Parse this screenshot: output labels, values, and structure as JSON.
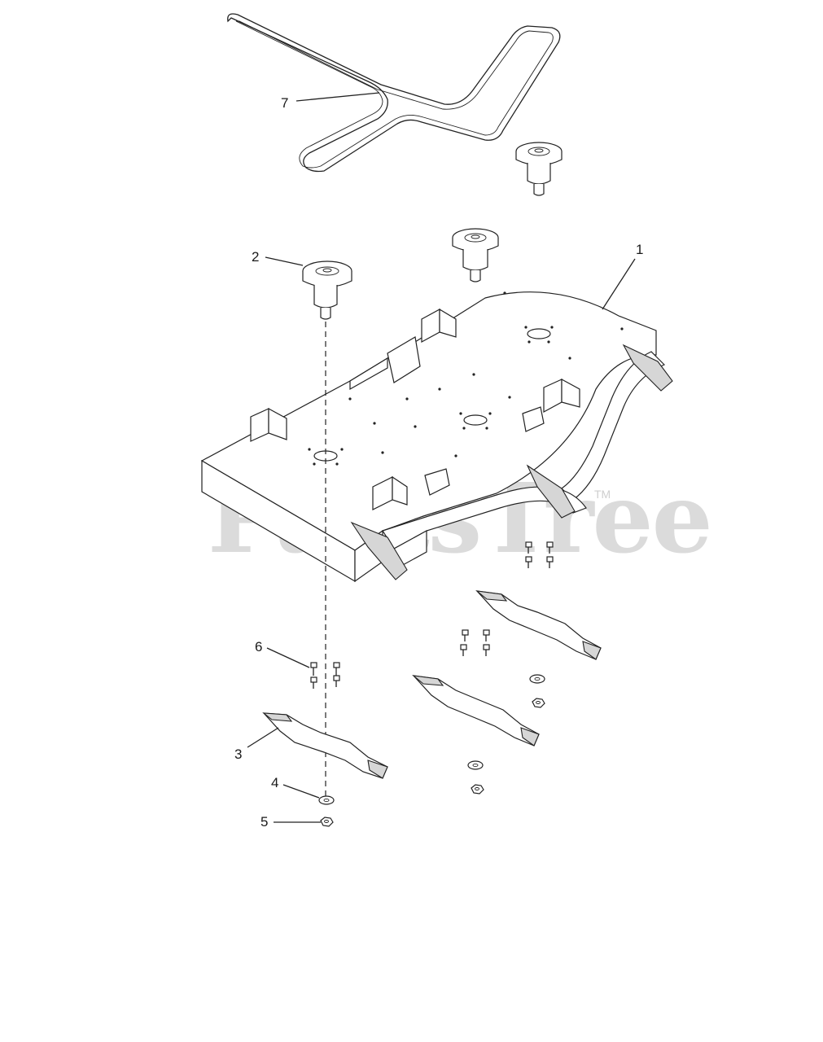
{
  "watermark": {
    "text": "PartsTree",
    "trademark": "TM"
  },
  "callouts": {
    "c1": "1",
    "c2": "2",
    "c3": "3",
    "c4": "4",
    "c5": "5",
    "c6": "6",
    "c7": "7"
  }
}
